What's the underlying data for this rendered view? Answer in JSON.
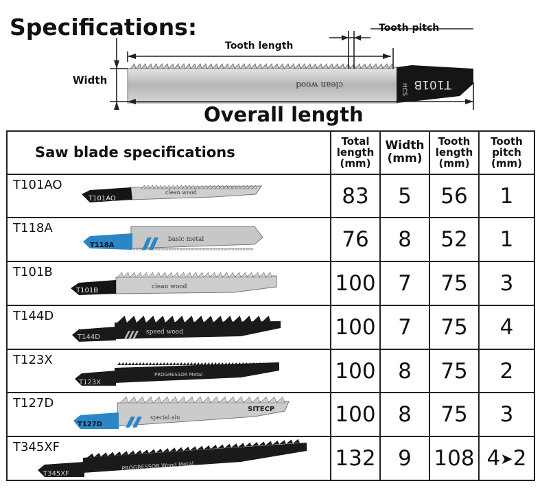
{
  "heading": "Specifications:",
  "diagram": {
    "tooth_length_label": "Tooth length",
    "tooth_pitch_label": "Tooth pitch",
    "width_label": "Width",
    "overall_length_label": "Overall length",
    "blade_model": "T101B",
    "blade_print": "clean wood",
    "shank_mark": "HCS"
  },
  "table": {
    "title": "Saw blade specifications",
    "columns": [
      {
        "line1": "Total",
        "line2": "length",
        "line3": "(mm)"
      },
      {
        "line1": "Width",
        "line2": "(mm)",
        "line3": ""
      },
      {
        "line1": "Tooth",
        "line2": "length",
        "line3": "(mm)"
      },
      {
        "line1": "Tooth",
        "line2": "pitch",
        "line3": "(mm)"
      }
    ],
    "rows": [
      {
        "model": "T101AO",
        "blade_label": "T101AO",
        "blade_print": "clean wood",
        "total": "83",
        "width": "5",
        "tooth_length": "56",
        "tooth_pitch": "1"
      },
      {
        "model": "T118A",
        "blade_label": "T118A",
        "blade_print": "basic metal",
        "total": "76",
        "width": "8",
        "tooth_length": "52",
        "tooth_pitch": "1"
      },
      {
        "model": "T101B",
        "blade_label": "T101B",
        "blade_print": "clean wood",
        "total": "100",
        "width": "7",
        "tooth_length": "75",
        "tooth_pitch": "3"
      },
      {
        "model": "T144D",
        "blade_label": "T144D",
        "blade_print": "speed wood",
        "total": "100",
        "width": "7",
        "tooth_length": "75",
        "tooth_pitch": "4"
      },
      {
        "model": "T123X",
        "blade_label": "T123X",
        "blade_print": "PROGRESSOR Metal",
        "total": "100",
        "width": "8",
        "tooth_length": "75",
        "tooth_pitch": "2"
      },
      {
        "model": "T127D",
        "blade_label": "T127D",
        "blade_print": "special alu",
        "total": "100",
        "width": "8",
        "tooth_length": "75",
        "tooth_pitch": "3"
      },
      {
        "model": "T345XF",
        "blade_label": "T345XF",
        "blade_print": "PROGRESSOR Wood Metal",
        "total": "132",
        "width": "9",
        "tooth_length": "108",
        "tooth_pitch_from": "4",
        "tooth_pitch_to": "2"
      }
    ]
  },
  "colors": {
    "steel": "#c9c9c9",
    "black_blade": "#1a1a1a",
    "shank_black": "#111111",
    "shank_blue": "#2b86c7",
    "border": "#222222"
  }
}
